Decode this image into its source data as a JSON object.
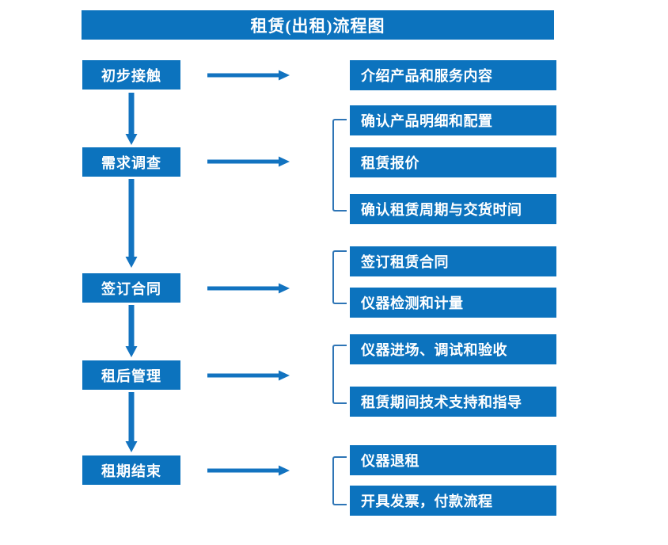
{
  "chart_data": {
    "type": "diagram",
    "title": "租赁(出租)流程图",
    "diagram_kind": "flowchart",
    "stages": [
      {
        "id": "stage-1",
        "label": "初步接触",
        "details": [
          "介绍产品和服务内容"
        ],
        "has_bracket": false,
        "has_arrow_to_next": true
      },
      {
        "id": "stage-2",
        "label": "需求调查",
        "details": [
          "确认产品明细和配置",
          "租赁报价",
          "确认租赁周期与交货时间"
        ],
        "has_bracket": true,
        "has_arrow_to_next": true
      },
      {
        "id": "stage-3",
        "label": "签订合同",
        "details": [
          "签订租赁合同",
          "仪器检测和计量"
        ],
        "has_bracket": true,
        "has_arrow_to_next": true
      },
      {
        "id": "stage-4",
        "label": "租后管理",
        "details": [
          "仪器进场、调试和验收",
          "租赁期间技术支持和指导"
        ],
        "has_bracket": true,
        "has_arrow_to_next": true
      },
      {
        "id": "stage-5",
        "label": "租期结束",
        "details": [
          "仪器退租",
          "开具发票，付款流程"
        ],
        "has_bracket": true,
        "has_arrow_to_next": false
      }
    ]
  },
  "header": {
    "title": "租赁(出租)流程图"
  },
  "stages": {
    "s1": "初步接触",
    "s2": "需求调查",
    "s3": "签订合同",
    "s4": "租后管理",
    "s5": "租期结束"
  },
  "details": {
    "d1": "介绍产品和服务内容",
    "d2": "确认产品明细和配置",
    "d3": "租赁报价",
    "d4": "确认租赁周期与交货时间",
    "d5": "签订租赁合同",
    "d6": "仪器检测和计量",
    "d7": "仪器进场、调试和验收",
    "d8": "租赁期间技术支持和指导",
    "d9": "仪器退租",
    "d10": "开具发票，付款流程"
  },
  "colors": {
    "box_fill": "#0C73BE",
    "arrow": "#1273C0",
    "bracket": "#2E75B6",
    "text": "#FFFFFF",
    "background": "#FFFFFF"
  }
}
